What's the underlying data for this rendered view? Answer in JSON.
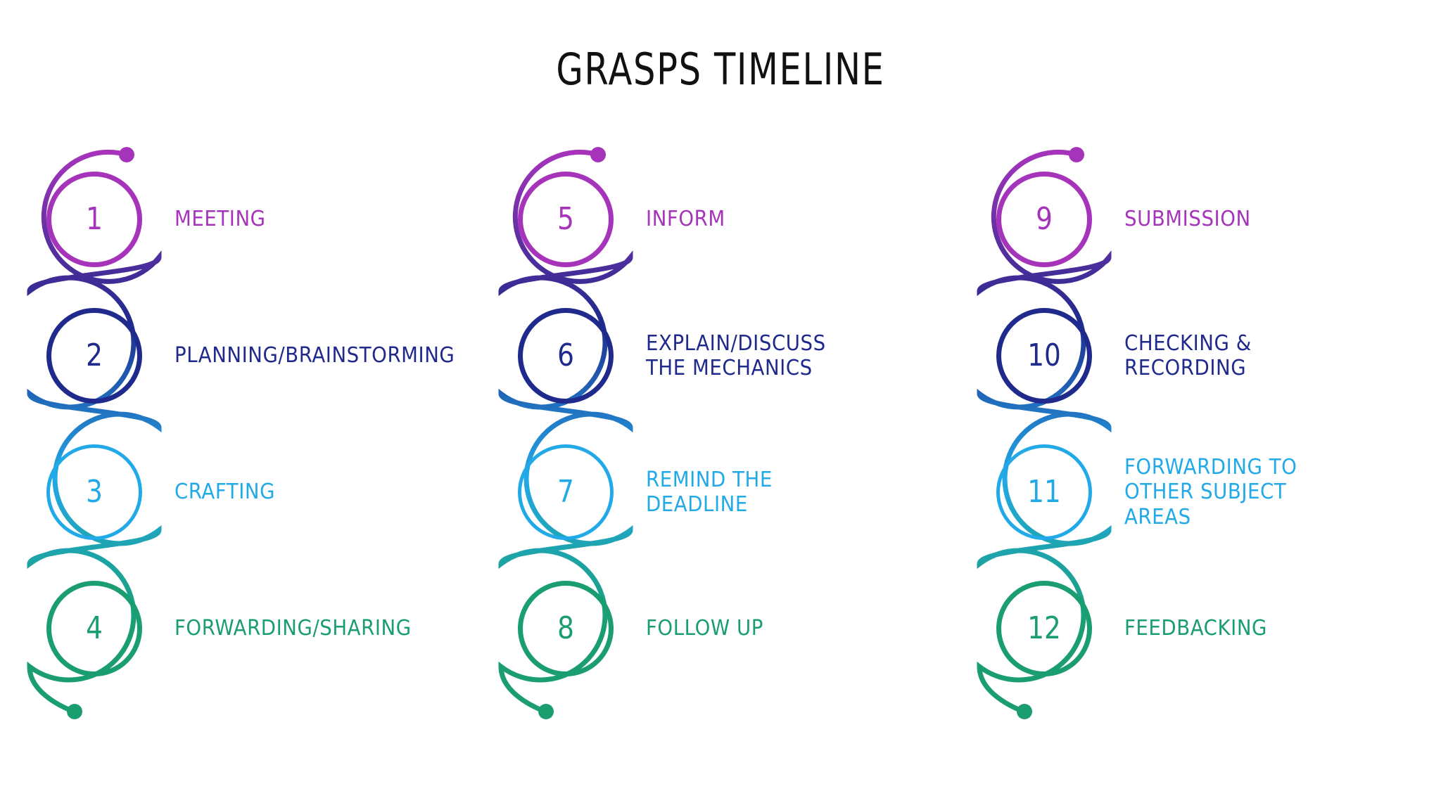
{
  "title": "GRASPS TIMELINE",
  "palette": {
    "background": "#ffffff",
    "title": "#111111",
    "purple": "#a634bb",
    "navy": "#1f2a8c",
    "cyan": "#22a9e8",
    "green": "#1a9e70"
  },
  "columns": [
    {
      "name": "column-1",
      "start_dot_color": "#a634bb",
      "end_dot_color": "#1a9e70",
      "steps": [
        {
          "number": "1",
          "color": "#a634bb",
          "wrap": "left",
          "lines": [
            "MEETING"
          ]
        },
        {
          "number": "2",
          "color": "#1f2a8c",
          "wrap": "right",
          "lines": [
            "PLANNING/BRAINSTORMING"
          ]
        },
        {
          "number": "3",
          "color": "#22a9e8",
          "wrap": "left",
          "lines": [
            "CRAFTING"
          ]
        },
        {
          "number": "4",
          "color": "#1a9e70",
          "wrap": "right",
          "lines": [
            "FORWARDING/SHARING"
          ]
        }
      ]
    },
    {
      "name": "column-2",
      "start_dot_color": "#a634bb",
      "end_dot_color": "#1a9e70",
      "steps": [
        {
          "number": "5",
          "color": "#a634bb",
          "wrap": "left",
          "lines": [
            "INFORM"
          ]
        },
        {
          "number": "6",
          "color": "#1f2a8c",
          "wrap": "right",
          "lines": [
            "EXPLAIN/DISCUSS",
            "THE MECHANICS"
          ]
        },
        {
          "number": "7",
          "color": "#22a9e8",
          "wrap": "left",
          "lines": [
            "REMIND THE",
            "DEADLINE"
          ]
        },
        {
          "number": "8",
          "color": "#1a9e70",
          "wrap": "right",
          "lines": [
            "FOLLOW UP"
          ]
        }
      ]
    },
    {
      "name": "column-3",
      "start_dot_color": "#a634bb",
      "end_dot_color": "#1a9e70",
      "steps": [
        {
          "number": "9",
          "color": "#a634bb",
          "wrap": "left",
          "lines": [
            "SUBMISSION"
          ]
        },
        {
          "number": "10",
          "color": "#1f2a8c",
          "wrap": "right",
          "lines": [
            "CHECKING &",
            "RECORDING"
          ]
        },
        {
          "number": "11",
          "color": "#22a9e8",
          "wrap": "left",
          "lines": [
            "FORWARDING TO",
            "OTHER SUBJECT",
            "AREAS"
          ]
        },
        {
          "number": "12",
          "color": "#1a9e70",
          "wrap": "right",
          "lines": [
            "FEEDBACKING"
          ]
        }
      ]
    }
  ]
}
